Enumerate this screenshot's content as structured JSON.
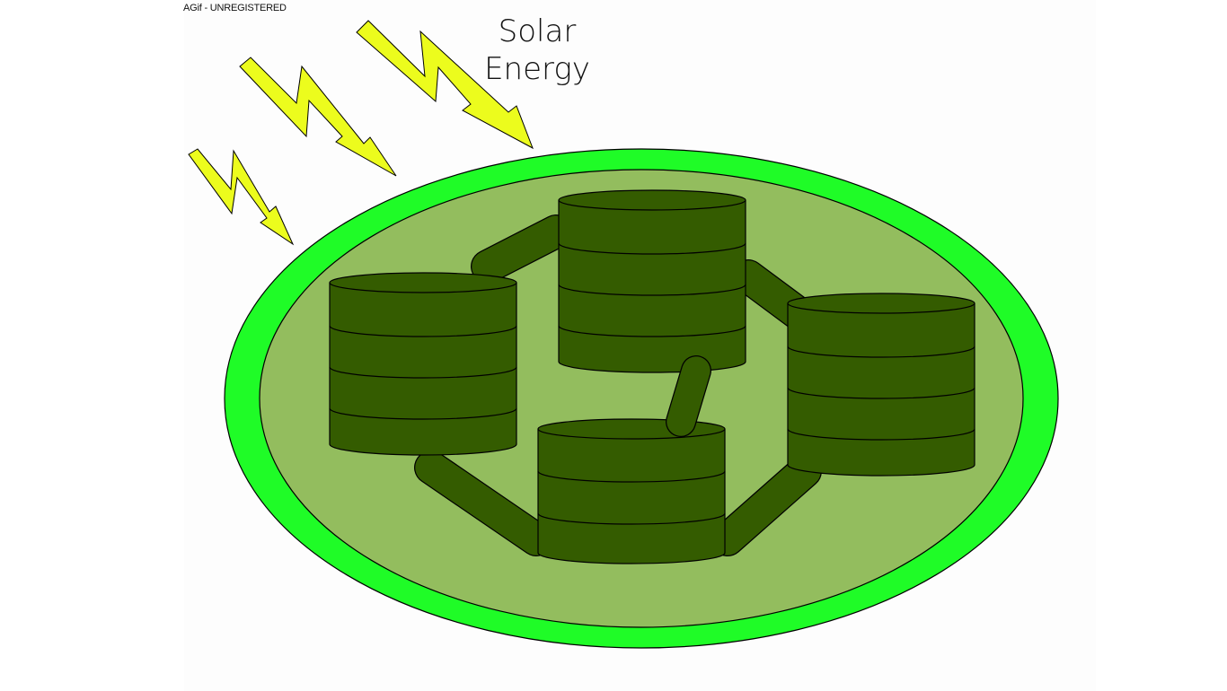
{
  "watermark": "AGif - UNREGISTERED",
  "title": {
    "line1": "Solar",
    "line2": "Energy"
  },
  "colors": {
    "outer_membrane": "#1ffc27",
    "stroma": "#93bd5e",
    "granum": "#345c00",
    "bolt": "#ecfc1d",
    "outline": "#000000"
  },
  "icons": [
    "lightning-bolt-icon",
    "lightning-bolt-icon",
    "lightning-bolt-icon"
  ]
}
